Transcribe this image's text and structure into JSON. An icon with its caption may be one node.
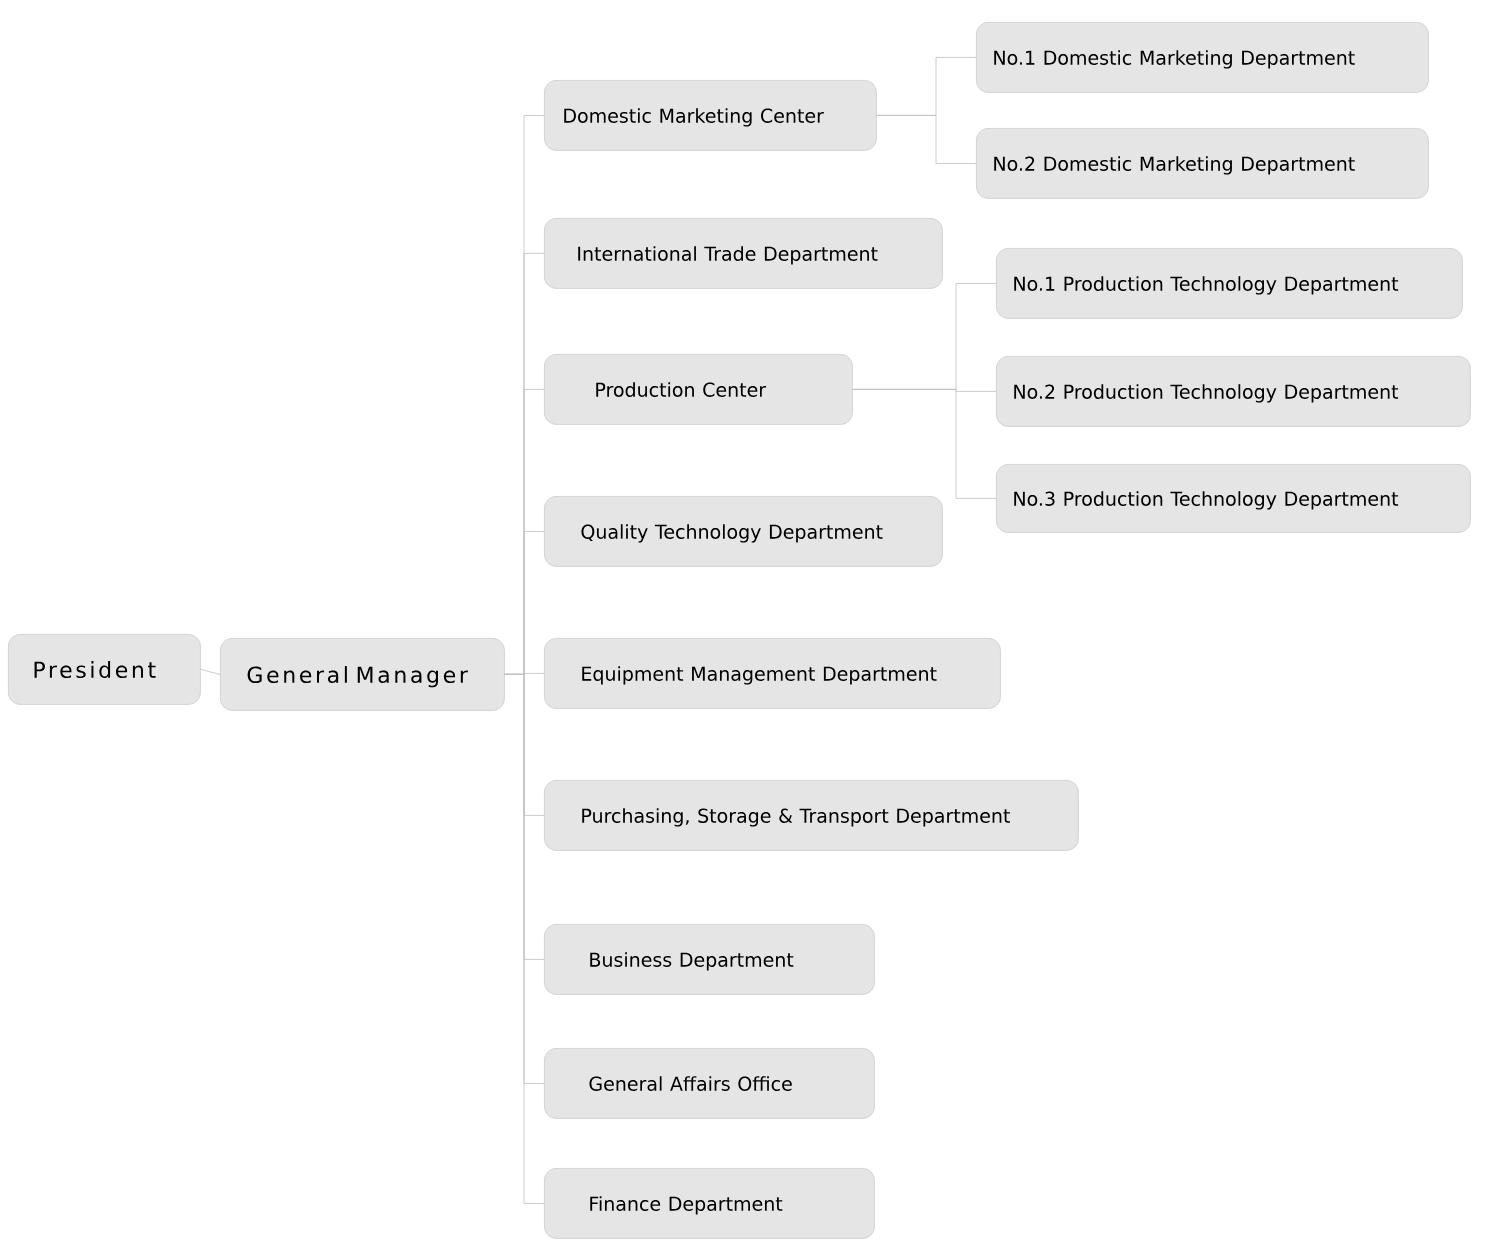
{
  "diagram": {
    "nodes": [
      {
        "text": [
          "President"
        ]
      },
      {
        "text": [
          "General Manager"
        ]
      },
      {
        "text": [
          "Domestic Marketing Center"
        ]
      },
      {
        "text": [
          "No.1 Domestic Marketing Department"
        ]
      },
      {
        "text": [
          "No.2 Domestic Marketing Department"
        ]
      },
      {
        "text": [
          "International Trade Department"
        ]
      },
      {
        "text": [
          "Production Center"
        ]
      },
      {
        "text": [
          "No.1 Production Technology Department"
        ]
      },
      {
        "text": [
          "No.2 Production Technology Department"
        ]
      },
      {
        "text": [
          "No.3 Production Technology Department"
        ]
      },
      {
        "text": [
          "Quality Technology Department"
        ]
      },
      {
        "text": [
          "Equipment Management Department"
        ]
      },
      {
        "text": [
          "Purchasing, Storage & Transport Department"
        ]
      },
      {
        "text": [
          "Business Department"
        ]
      },
      {
        "text": [
          "General Affairs Office"
        ]
      },
      {
        "text": [
          "Finance Department"
        ]
      }
    ],
    "edges": [
      {
        "from": 0,
        "to": 1,
        "arrow": "none"
      },
      {
        "from": 1,
        "to": 2,
        "arrow": "none"
      },
      {
        "from": 2,
        "to": 3,
        "arrow": "none"
      },
      {
        "from": 2,
        "to": 4,
        "arrow": "none"
      },
      {
        "from": 1,
        "to": 5,
        "arrow": "none"
      },
      {
        "from": 1,
        "to": 6,
        "arrow": "none"
      },
      {
        "from": 6,
        "to": 7,
        "arrow": "none"
      },
      {
        "from": 6,
        "to": 8,
        "arrow": "none"
      },
      {
        "from": 6,
        "to": 9,
        "arrow": "none"
      },
      {
        "from": 1,
        "to": 10,
        "arrow": "none"
      },
      {
        "from": 1,
        "to": 11,
        "arrow": "none"
      },
      {
        "from": 1,
        "to": 12,
        "arrow": "none"
      },
      {
        "from": 1,
        "to": 13,
        "arrow": "none"
      },
      {
        "from": 1,
        "to": 14,
        "arrow": "none"
      },
      {
        "from": 1,
        "to": 15,
        "arrow": "none"
      }
    ]
  }
}
